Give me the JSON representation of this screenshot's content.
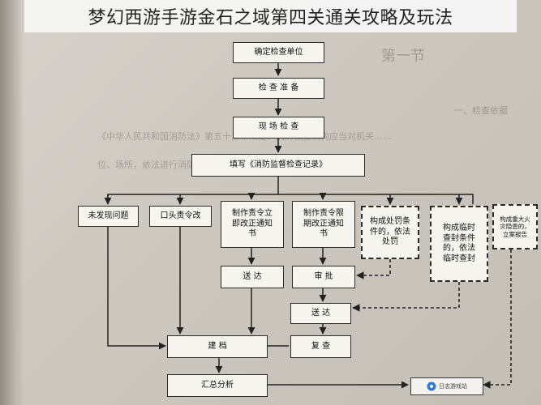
{
  "title": "梦幻西游手游金石之域第四关通关攻略及玩法",
  "book": {
    "chapter_heading": "第一节",
    "bg_lines": [
      "一、检查依据",
      "《中华人民共和国消防法》第五十三条规定：消防救援机构应当对机关……",
      "位、场所，依法进行消防监督检查……"
    ]
  },
  "flowchart": {
    "boxes": {
      "b1": "确定检查单位",
      "b2": "检 查 准 备",
      "b3": "现 场 检 查",
      "b4": "填写《消防监督检查记录》",
      "b5": "未发现问题",
      "b6": "口头责令改",
      "b7": "制作责令立\n即改正通知\n书",
      "b8": "制作责令限\n期改正通知\n书",
      "b9": "构成处罚条\n件的，依法\n处罚",
      "b10": "构成临时\n查封条件\n的，依法\n临时查封",
      "b11": "构成重大火\n灾隐患的，\n立案报告",
      "b12": "送  达",
      "b13": "审  批",
      "b14": "送  达",
      "b15": "建  档",
      "b16": "复  查",
      "b17": "汇总分析"
    }
  },
  "watermark": {
    "text": "日志游戏站"
  }
}
